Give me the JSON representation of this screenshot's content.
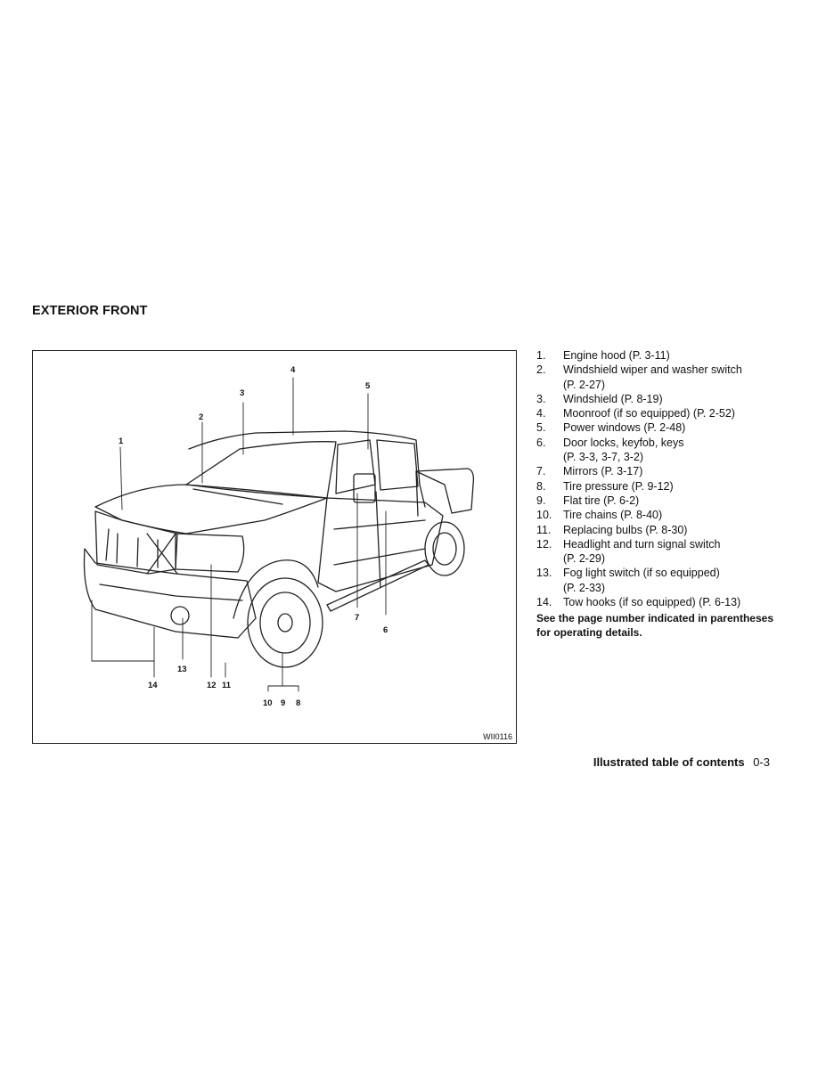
{
  "section_title": "EXTERIOR FRONT",
  "figure": {
    "code": "WII0116",
    "callouts": [
      "1",
      "2",
      "3",
      "4",
      "5",
      "6",
      "7",
      "8",
      "9",
      "10",
      "11",
      "12",
      "13",
      "14"
    ]
  },
  "legend": [
    {
      "num": "1.",
      "text": "Engine hood (P. 3-11)"
    },
    {
      "num": "2.",
      "text": "Windshield wiper and washer switch"
    },
    {
      "num": "",
      "text": "(P. 2-27)"
    },
    {
      "num": "3.",
      "text": "Windshield (P. 8-19)"
    },
    {
      "num": "4.",
      "text": "Moonroof (if so equipped) (P. 2-52)"
    },
    {
      "num": "5.",
      "text": "Power windows (P. 2-48)"
    },
    {
      "num": "6.",
      "text": "Door locks, keyfob, keys"
    },
    {
      "num": "",
      "text": "(P. 3-3, 3-7, 3-2)"
    },
    {
      "num": "7.",
      "text": "Mirrors (P. 3-17)"
    },
    {
      "num": "8.",
      "text": "Tire pressure (P. 9-12)"
    },
    {
      "num": "9.",
      "text": "Flat tire (P. 6-2)"
    },
    {
      "num": "10.",
      "text": "Tire chains (P. 8-40)"
    },
    {
      "num": "11.",
      "text": "Replacing bulbs (P. 8-30)"
    },
    {
      "num": "12.",
      "text": "Headlight and turn signal switch"
    },
    {
      "num": "",
      "text": "(P. 2-29)"
    },
    {
      "num": "13.",
      "text": "Fog light switch (if so equipped)"
    },
    {
      "num": "",
      "text": "(P. 2-33)"
    },
    {
      "num": "14.",
      "text": "Tow hooks (if so equipped) (P. 6-13)"
    }
  ],
  "note": "See the page number indicated in parentheses for operating details.",
  "footer": {
    "title": "Illustrated table of contents",
    "page": "0-3"
  }
}
